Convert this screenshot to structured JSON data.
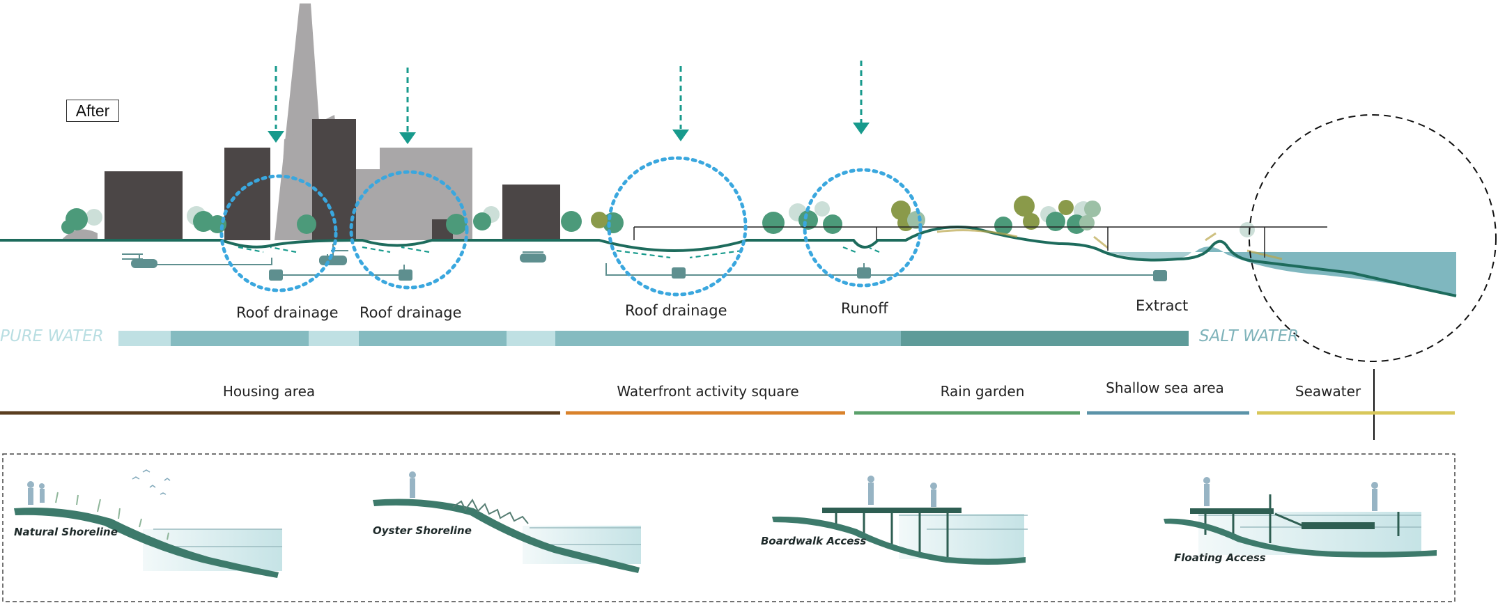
{
  "title_box": "After",
  "drainage_labels": [
    "Roof drainage",
    "Roof drainage",
    "Roof drainage",
    "Runoff",
    "Extract"
  ],
  "water_gradient": {
    "left": "PURE WATER",
    "right": "SALT WATER"
  },
  "zones": [
    {
      "label": "Housing area",
      "color": "#5a3e1f"
    },
    {
      "label": "Waterfront activity square",
      "color": "#d9822b"
    },
    {
      "label": "Rain garden",
      "color": "#5aa06a"
    },
    {
      "label": "Shallow sea area",
      "color": "#5b93a8"
    },
    {
      "label": "Seawater",
      "color": "#d8c75a"
    }
  ],
  "shoreline_types": [
    "Natural Shoreline",
    "Oyster Shoreline",
    "Boardwalk Access",
    "Floating Access"
  ],
  "colors": {
    "ground": "#1d6b5c",
    "rain_arrow": "#179a8c",
    "circle": "#3aa7de",
    "water": "#7fb7bf",
    "building_dark": "#4b4646",
    "building_light": "#a9a7a8"
  }
}
